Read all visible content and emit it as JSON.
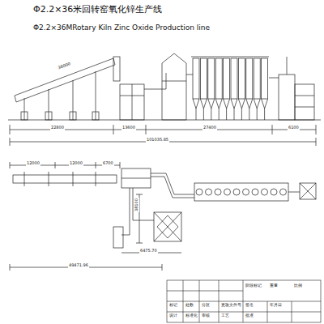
{
  "diagram": {
    "title": "Φ2.2×36米回转窑氧化锌生产线",
    "labels": [
      "Φ2.2×36MRotary Kiln Zinc Oxide Production line",
      "36000",
      "22800",
      "13600",
      "27400",
      "6100",
      "101035.85",
      "12000",
      "12000",
      "6700",
      "38100",
      "6475.70",
      "49471.96",
      "标记",
      "处数",
      "分区",
      "更改文件号",
      "签名",
      "年月日",
      "设计",
      "标准化",
      "审核",
      "工艺",
      "批准",
      "阶段标记",
      "重量",
      "比例"
    ]
  }
}
